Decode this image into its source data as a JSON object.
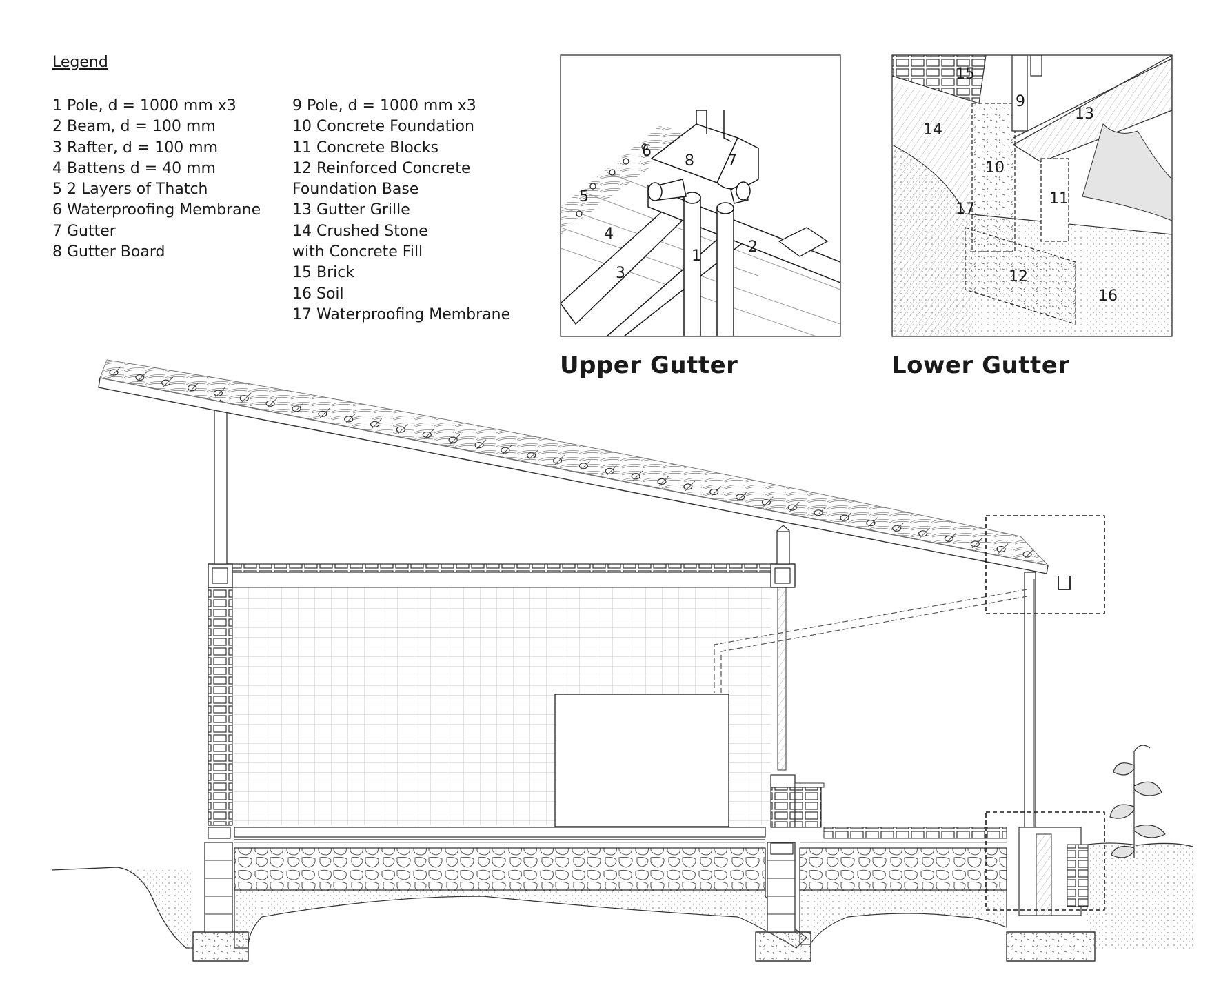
{
  "legend": {
    "title": "Legend",
    "left_items": [
      "1 Pole, d = 1000 mm x3",
      "2  Beam, d = 100 mm",
      "3  Rafter, d = 100 mm",
      "4  Battens d = 40 mm",
      "5  2 Layers of Thatch",
      "6  Waterproofing Membrane",
      "7  Gutter",
      "8  Gutter Board"
    ],
    "right_items": [
      "9  Pole, d = 1000 mm x3",
      "10  Concrete Foundation",
      "11  Concrete Blocks",
      "12  Reinforced Concrete",
      "Foundation Base",
      "13  Gutter Grille",
      "14 Crushed Stone",
      "with Concrete Fill",
      "15  Brick",
      "16  Soil",
      "17  Waterproofing Membrane"
    ]
  },
  "details": {
    "upper": {
      "title": "Upper Gutter",
      "labels": [
        "1",
        "2",
        "3",
        "4",
        "5",
        "6",
        "7",
        "8"
      ]
    },
    "lower": {
      "title": "Lower Gutter",
      "labels": [
        "9",
        "10",
        "11",
        "12",
        "13",
        "14",
        "15",
        "16",
        "17"
      ]
    }
  },
  "colors": {
    "line": "#1a1a1a",
    "hatch": "#9a9a9a",
    "fill_light": "#f2f2f2"
  }
}
